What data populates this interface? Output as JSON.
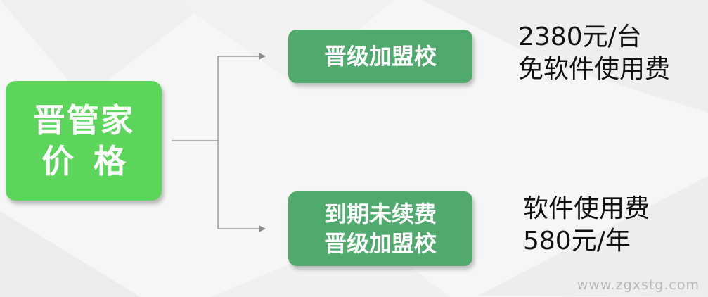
{
  "root": {
    "line1": "晋管家",
    "line2": "价格"
  },
  "branches": [
    {
      "label_lines": [
        "晋级加盟校"
      ],
      "desc_lines": [
        "2380元/台",
        "免软件使用费"
      ]
    },
    {
      "label_lines": [
        "到期未续费",
        "晋级加盟校"
      ],
      "desc_lines": [
        "软件使用费",
        "580元/年"
      ]
    }
  ],
  "watermark": "www.zgxstg.com",
  "colors": {
    "root_fill": "#5cd65a",
    "branch_fill": "#50aa6e",
    "connector": "#8a8a8a",
    "text_dark": "#111111"
  }
}
